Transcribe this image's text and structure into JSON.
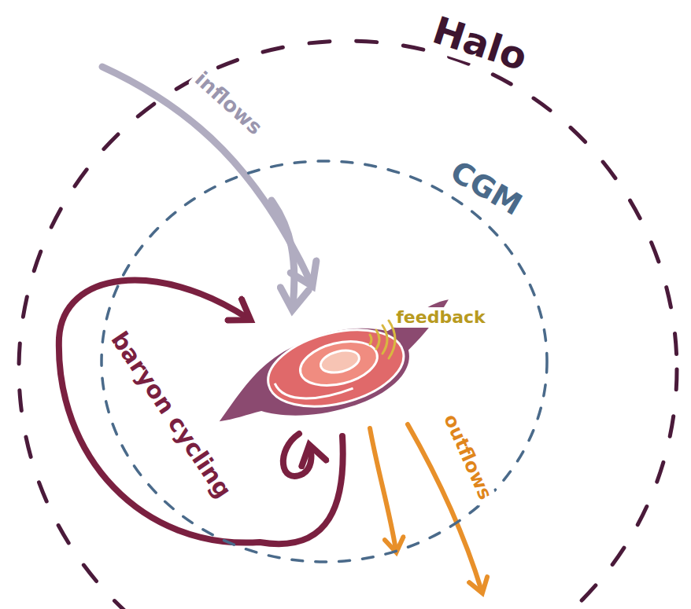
{
  "diagram": {
    "nodes": [
      {
        "text": [
          "Halo"
        ]
      },
      {
        "text": [
          "CGM"
        ],
        "in": 0
      }
    ],
    "labels": [
      "inflows",
      "feedback",
      "baryon cycling",
      "outflows"
    ]
  }
}
